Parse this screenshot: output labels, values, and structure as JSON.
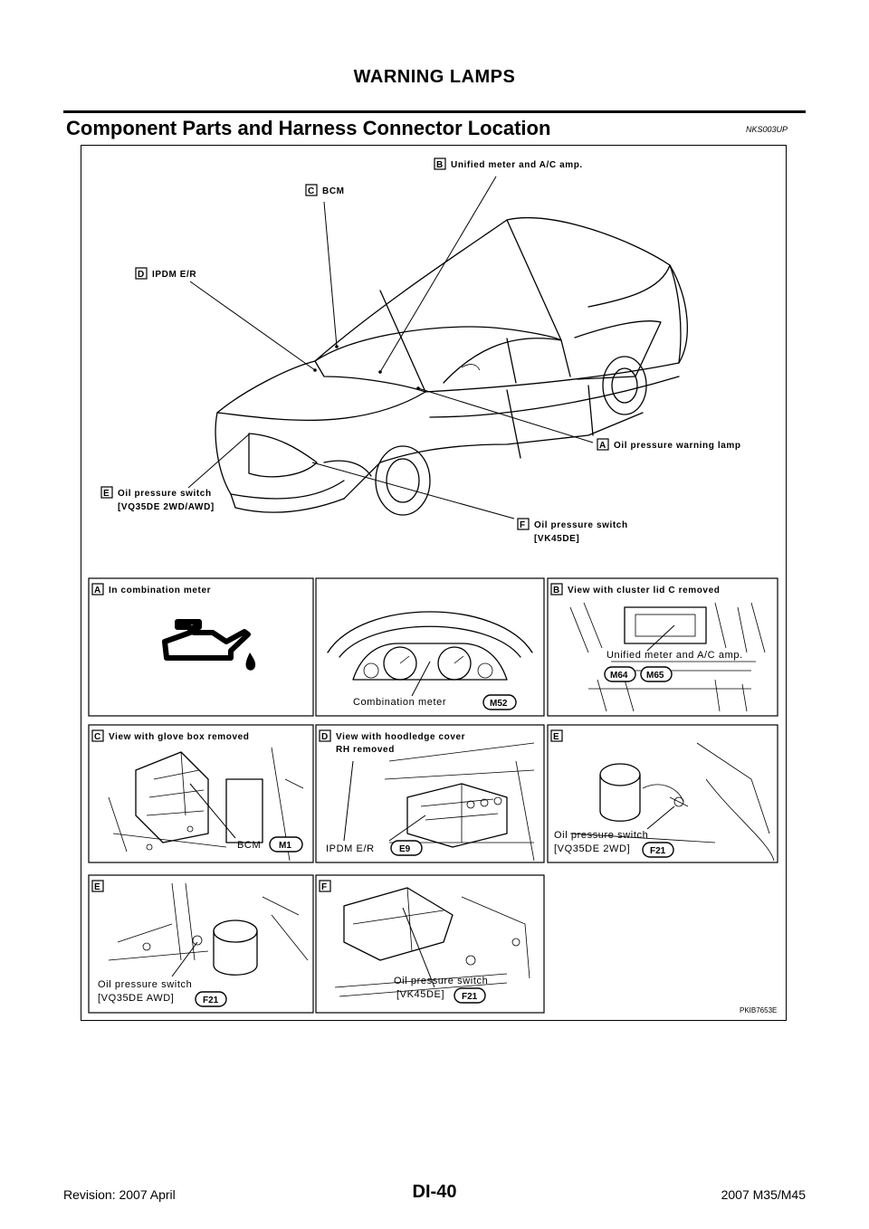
{
  "header": {
    "title": "WARNING LAMPS"
  },
  "section": {
    "title": "Component Parts and Harness Connector Location",
    "code": "NKS003UP"
  },
  "figure": {
    "overview_callouts": [
      {
        "key": "B",
        "text": "Unified meter and A/C amp."
      },
      {
        "key": "C",
        "text": "BCM"
      },
      {
        "key": "D",
        "text": "IPDM E/R"
      },
      {
        "key": "A",
        "text": "Oil pressure warning lamp"
      },
      {
        "key": "E",
        "line1": "Oil pressure switch",
        "line2": "[VQ35DE 2WD/AWD]"
      },
      {
        "key": "F",
        "line1": "Oil pressure switch",
        "line2": "[VK45DE]"
      }
    ],
    "panels": {
      "a": {
        "key": "A",
        "caption": "In combination meter"
      },
      "meter": {
        "label": "Combination meter",
        "connector": "M52"
      },
      "b": {
        "key": "B",
        "caption": "View with cluster lid C removed",
        "label": "Unified meter and A/C amp.",
        "connectors": [
          "M64",
          "M65"
        ]
      },
      "c": {
        "key": "C",
        "caption": "View with glove box removed",
        "label": "BCM",
        "connector": "M1"
      },
      "d": {
        "key": "D",
        "caption_line1": "View with hoodledge cover",
        "caption_line2": "RH removed",
        "label": "IPDM E/R",
        "connector": "E9"
      },
      "e1": {
        "key": "E",
        "line1": "Oil pressure switch",
        "line2": "[VQ35DE 2WD]",
        "connector": "F21"
      },
      "e2": {
        "key": "E",
        "line1": "Oil pressure switch",
        "line2": "[VQ35DE AWD]",
        "connector": "F21"
      },
      "f": {
        "key": "F",
        "line1": "Oil pressure switch",
        "line2": "[VK45DE]",
        "connector": "F21"
      }
    },
    "figure_id": "PKIB7653E"
  },
  "footer": {
    "revision": "Revision: 2007 April",
    "page": "DI-40",
    "model": "2007 M35/M45"
  }
}
